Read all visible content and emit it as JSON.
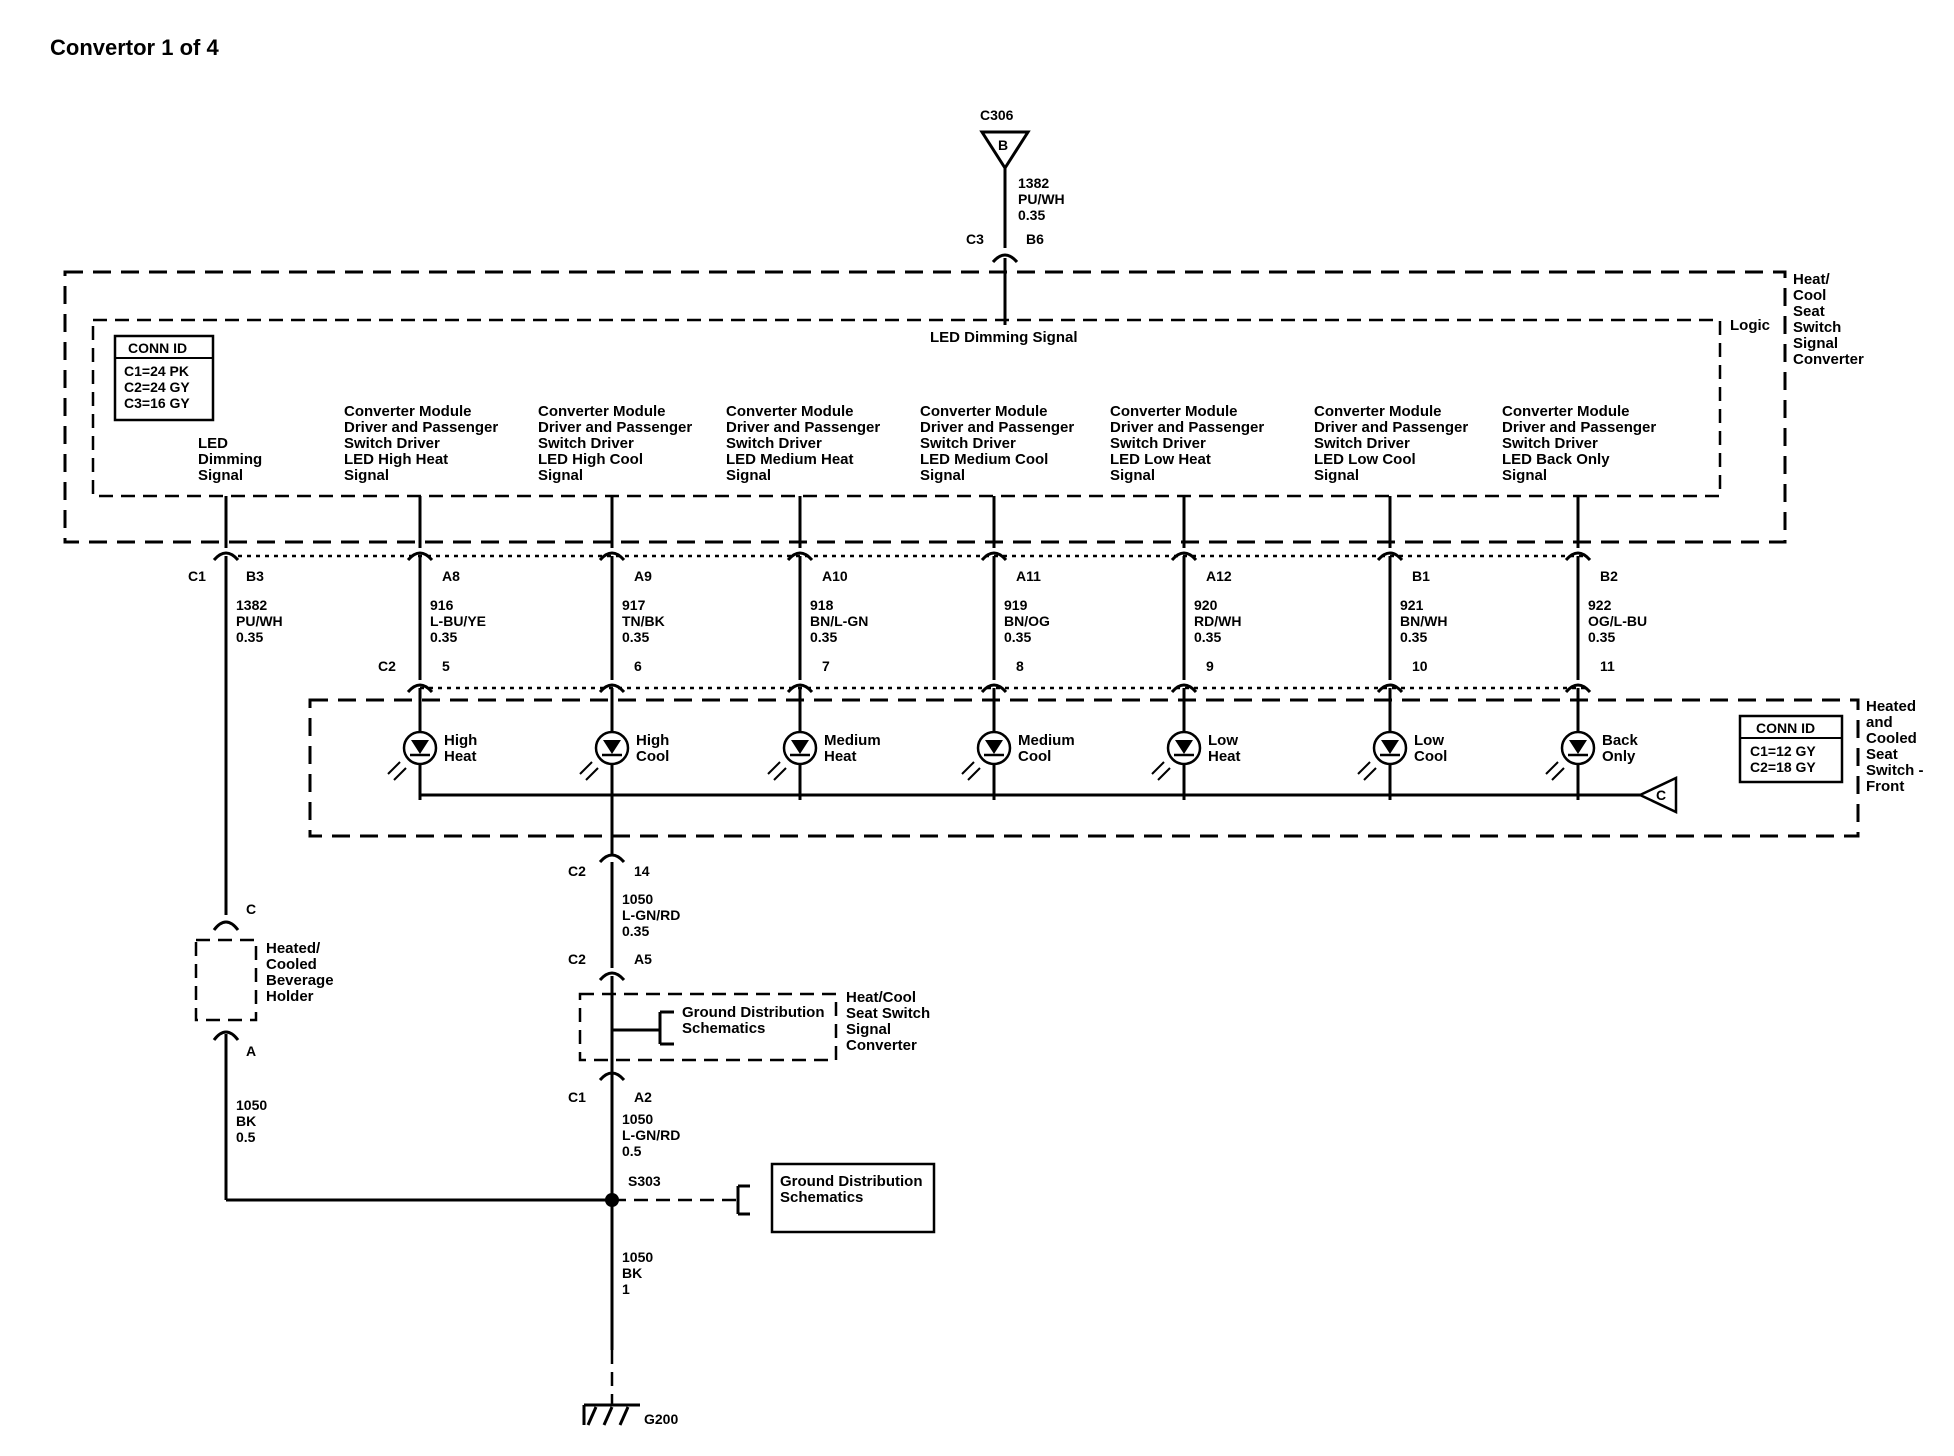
{
  "title": "Convertor 1 of 4",
  "top_connector": {
    "id": "C306",
    "pin": "B",
    "wire": [
      "1382",
      "PU/WH",
      "0.35"
    ],
    "conn": "C3",
    "conn_pin": "B6"
  },
  "module": {
    "name": [
      "Heat/",
      "Cool",
      "Seat",
      "Switch",
      "Signal",
      "Converter"
    ],
    "logic_label": "Logic",
    "led_dimming": "LED Dimming Signal"
  },
  "conn_id_module": {
    "header": "CONN ID",
    "rows": [
      "C1=24 PK",
      "C2=24 GY",
      "C3=16 GY"
    ]
  },
  "led_dimming_signal_label": [
    "LED",
    "Dimming",
    "Signal"
  ],
  "channels": [
    {
      "label": [
        "Converter Module",
        "Driver and Passenger",
        "Switch Driver",
        "LED High Heat",
        "Signal"
      ],
      "pin": "A8",
      "wire": [
        "916",
        "L-BU/YE",
        "0.35"
      ],
      "c2pin": "5",
      "led": [
        "High",
        "Heat"
      ]
    },
    {
      "label": [
        "Converter Module",
        "Driver and Passenger",
        "Switch Driver",
        "LED High Cool",
        "Signal"
      ],
      "pin": "A9",
      "wire": [
        "917",
        "TN/BK",
        "0.35"
      ],
      "c2pin": "6",
      "led": [
        "High",
        "Cool"
      ]
    },
    {
      "label": [
        "Converter Module",
        "Driver and Passenger",
        "Switch Driver",
        "LED Medium Heat",
        "Signal"
      ],
      "pin": "A10",
      "wire": [
        "918",
        "BN/L-GN",
        "0.35"
      ],
      "c2pin": "7",
      "led": [
        "Medium",
        "Heat"
      ]
    },
    {
      "label": [
        "Converter Module",
        "Driver and Passenger",
        "Switch Driver",
        "LED Medium Cool",
        "Signal"
      ],
      "pin": "A11",
      "wire": [
        "919",
        "BN/OG",
        "0.35"
      ],
      "c2pin": "8",
      "led": [
        "Medium",
        "Cool"
      ]
    },
    {
      "label": [
        "Converter Module",
        "Driver and Passenger",
        "Switch Driver",
        "LED Low Heat",
        "Signal"
      ],
      "pin": "A12",
      "wire": [
        "920",
        "RD/WH",
        "0.35"
      ],
      "c2pin": "9",
      "led": [
        "Low",
        "Heat"
      ]
    },
    {
      "label": [
        "Converter Module",
        "Driver and Passenger",
        "Switch Driver",
        "LED Low Cool",
        "Signal"
      ],
      "pin": "B1",
      "wire": [
        "921",
        "BN/WH",
        "0.35"
      ],
      "c2pin": "10",
      "led": [
        "Low",
        "Cool"
      ]
    },
    {
      "label": [
        "Converter Module",
        "Driver and Passenger",
        "Switch Driver",
        "LED Back Only",
        "Signal"
      ],
      "pin": "B2",
      "wire": [
        "922",
        "OG/L-BU",
        "0.35"
      ],
      "c2pin": "11",
      "led": [
        "Back",
        "Only"
      ]
    }
  ],
  "left_branch": {
    "c1": "C1",
    "pin": "B3",
    "wire": [
      "1382",
      "PU/WH",
      "0.35"
    ],
    "holder_pin_top": "C",
    "holder_pin_bottom": "A",
    "holder": [
      "Heated/",
      "Cooled",
      "Beverage",
      "Holder"
    ],
    "wire2": [
      "1050",
      "BK",
      "0.5"
    ]
  },
  "switch": {
    "name": [
      "Heated",
      "and",
      "Cooled",
      "Seat",
      "Switch -",
      "Front"
    ],
    "c2": "C2",
    "ref": "C"
  },
  "conn_id_switch": {
    "header": "CONN ID",
    "rows": [
      "C1=12 GY",
      "C2=18 GY"
    ]
  },
  "ground_path": {
    "c2": "C2",
    "pin14": "14",
    "wire1": [
      "1050",
      "L-GN/RD",
      "0.35"
    ],
    "c2b": "C2",
    "a5": "A5",
    "gd1": [
      "Ground Distribution",
      "Schematics"
    ],
    "module_label": [
      "Heat/Cool",
      "Seat Switch",
      "Signal",
      "Converter"
    ],
    "c1": "C1",
    "a2": "A2",
    "wire2": [
      "1050",
      "L-GN/RD",
      "0.5"
    ],
    "splice": "S303",
    "gd2": [
      "Ground Distribution",
      "Schematics"
    ],
    "wire3": [
      "1050",
      "BK",
      "1"
    ],
    "ground": "G200"
  }
}
